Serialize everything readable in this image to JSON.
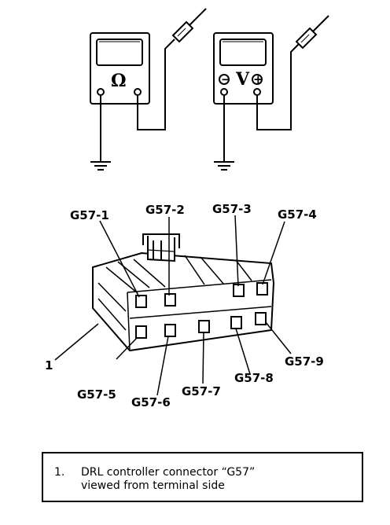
{
  "meters": {
    "ohm_symbol": "Ω",
    "volt_symbol": "V",
    "minus_sign": "−",
    "plus_sign": "+"
  },
  "terminals": [
    "G57-1",
    "G57-2",
    "G57-3",
    "G57-4",
    "G57-5",
    "G57-6",
    "G57-7",
    "G57-8",
    "G57-9"
  ],
  "connector_callout": "1",
  "legend": {
    "number": "1.",
    "text_line1": "DRL controller connector “G57”",
    "text_line2": "viewed from terminal side"
  }
}
